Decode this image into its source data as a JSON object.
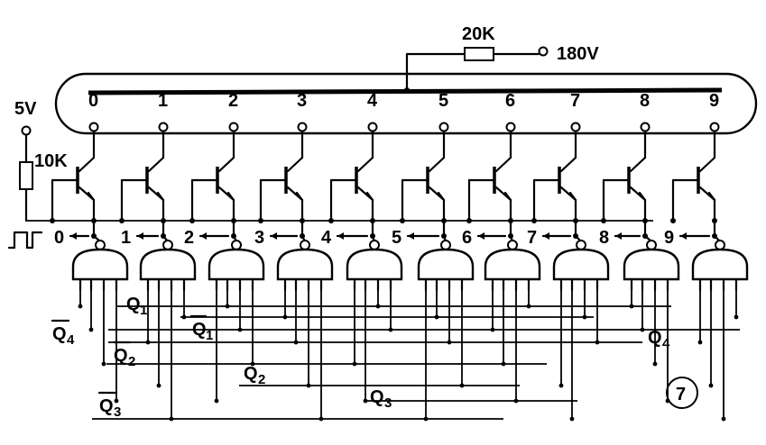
{
  "supply": {
    "resistor_top": "20K",
    "high_voltage": "180V",
    "low_voltage": "5V",
    "resistor_left": "10K"
  },
  "tube_digits": [
    "0",
    "1",
    "2",
    "3",
    "4",
    "5",
    "6",
    "7",
    "8",
    "9"
  ],
  "gate_outputs": [
    "0",
    "1",
    "2",
    "3",
    "4",
    "5",
    "6",
    "7",
    "8",
    "9"
  ],
  "signals": {
    "q1": "Q",
    "q1_sub": "1",
    "q1n": "Q",
    "q1n_sub": "1",
    "q2": "Q",
    "q2_sub": "2",
    "q2n": "Q",
    "q2n_sub": "2",
    "q3": "Q",
    "q3_sub": "3",
    "q3n": "Q",
    "q3n_sub": "3",
    "q4": "Q",
    "q4_sub": "4",
    "q4n": "Q",
    "q4n_sub": "4"
  },
  "figure_number": "7"
}
